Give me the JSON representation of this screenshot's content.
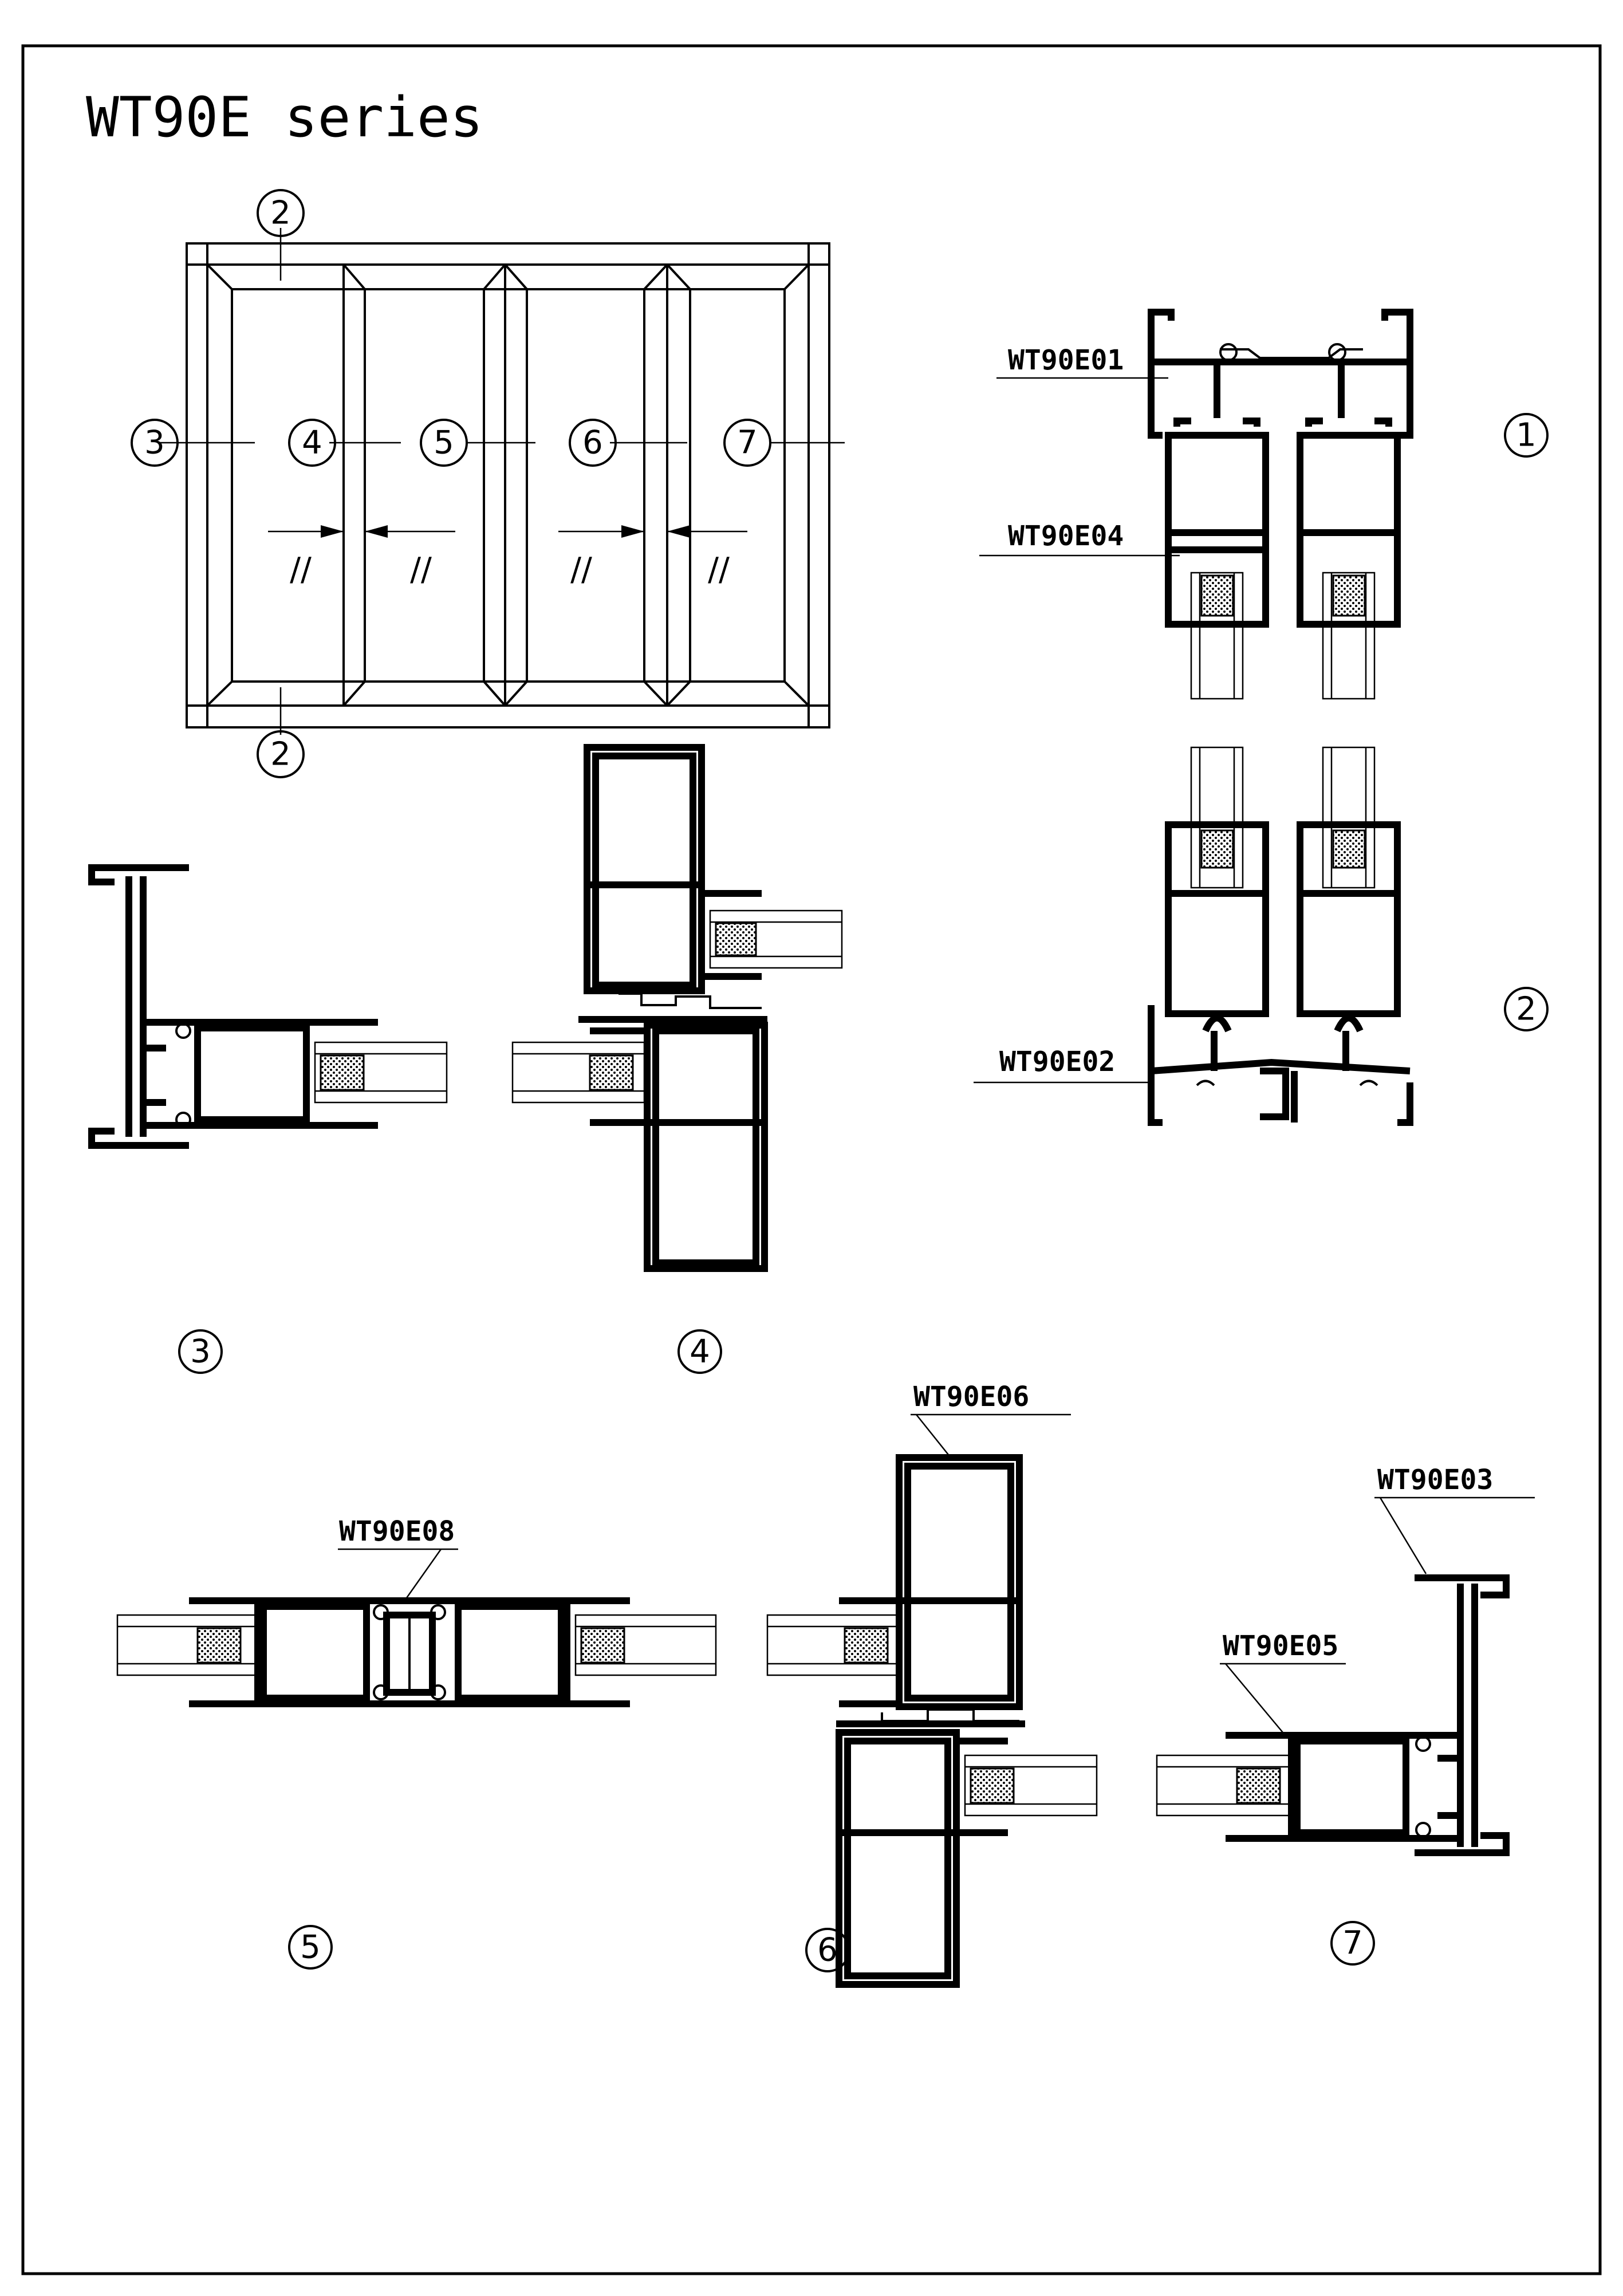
{
  "title": "WT90E series",
  "callouts": {
    "top": "2",
    "bottom": "2",
    "c3": "3",
    "c4": "4",
    "c5": "5",
    "c6": "6",
    "c7": "7"
  },
  "section_numbers": {
    "s1": "1",
    "s2": "2",
    "s3": "3",
    "s4": "4",
    "s5": "5",
    "s6": "6",
    "s7": "7"
  },
  "profiles": {
    "p01": "WT90E01",
    "p04": "WT90E04",
    "p02": "WT90E02",
    "p08": "WT90E08",
    "p06": "WT90E06",
    "p03": "WT90E03",
    "p05": "WT90E05"
  },
  "glass_marks": [
    "//",
    "//",
    "//",
    "//"
  ]
}
